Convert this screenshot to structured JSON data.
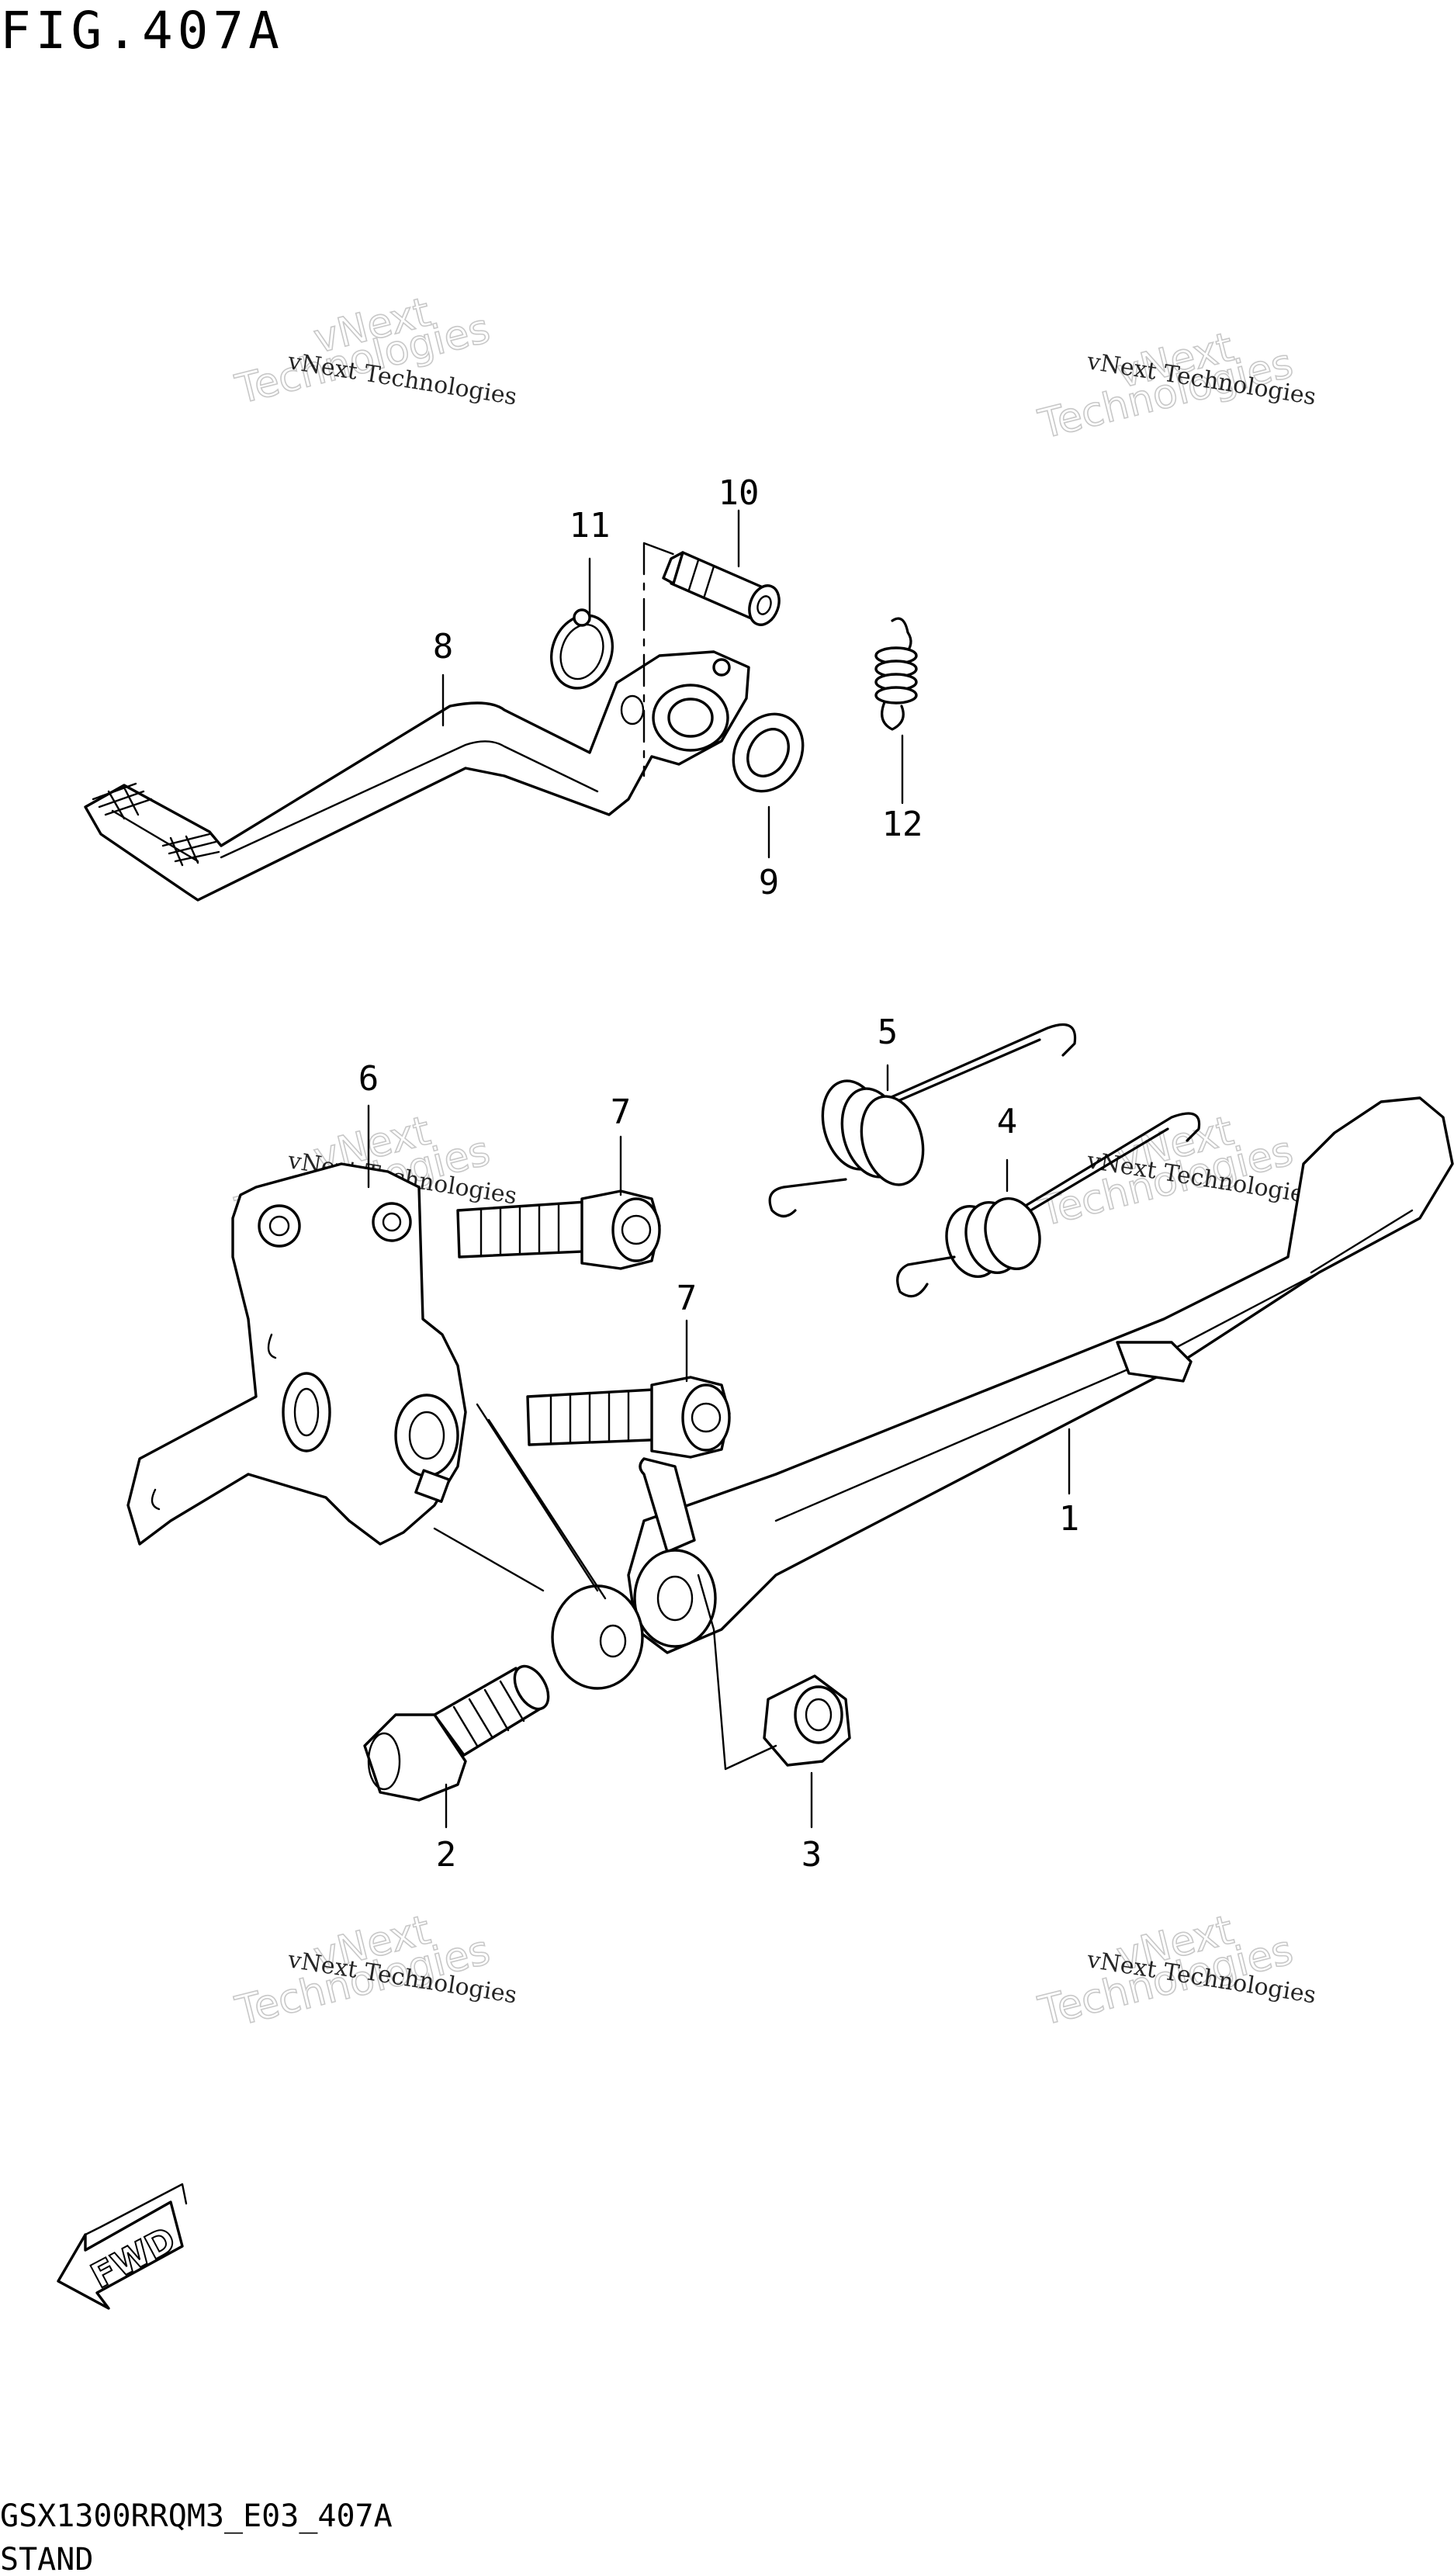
{
  "header": {
    "title": "FIG.407A"
  },
  "footer": {
    "model_code": "GSX1300RRQM3_E03_407A",
    "section_name": "STAND"
  },
  "watermark": {
    "line1": "vNext Technologies",
    "big_line1": "vNext",
    "big_line2": "Technologies"
  },
  "fwd_label": "FWD",
  "callouts": [
    {
      "id": "p1",
      "label": "1"
    },
    {
      "id": "p2",
      "label": "2"
    },
    {
      "id": "p3",
      "label": "3"
    },
    {
      "id": "p4",
      "label": "4"
    },
    {
      "id": "p5",
      "label": "5"
    },
    {
      "id": "p6",
      "label": "6"
    },
    {
      "id": "p7a",
      "label": "7"
    },
    {
      "id": "p7b",
      "label": "7"
    },
    {
      "id": "p8",
      "label": "8"
    },
    {
      "id": "p9",
      "label": "9"
    },
    {
      "id": "p10",
      "label": "10"
    },
    {
      "id": "p11",
      "label": "11"
    },
    {
      "id": "p12",
      "label": "12"
    }
  ]
}
